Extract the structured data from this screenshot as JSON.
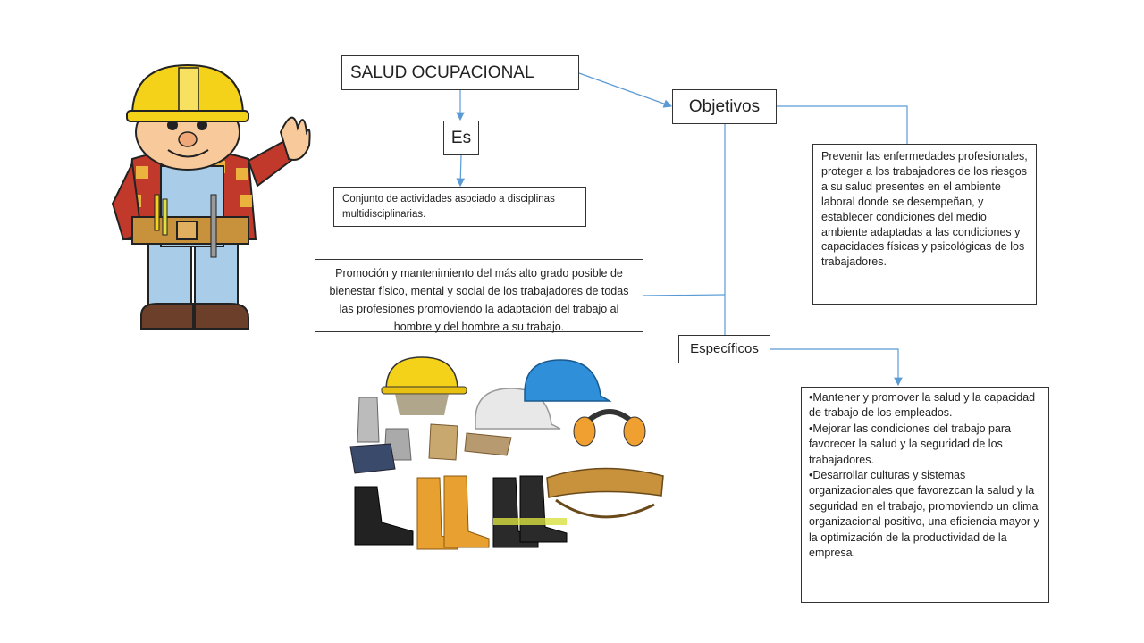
{
  "diagram": {
    "title": "SALUD OCUPACIONAL",
    "es_label": "Es",
    "definition": "Conjunto de actividades asociado a disciplinas multidisciplinarias.",
    "promotion": "Promoción y mantenimiento del más alto grado posible de bienestar físico, mental y social de los trabajadores de todas las profesiones promoviendo la adaptación del trabajo al hombre y del hombre a su trabajo.",
    "objetivos_label": "Objetivos",
    "general_objective": "Prevenir las enfermedades profesionales, proteger a los trabajadores de los riesgos a su salud presentes en el ambiente laboral donde se desempeñan, y establecer condiciones del medio ambiente adaptadas a las condiciones y capacidades físicas y psicológicas de los trabajadores.",
    "especificos_label": "Específicos",
    "specific_objectives": [
      "•Mantener y promover la salud y la capacidad de trabajo de los empleados.",
      "•Mejorar las condiciones del trabajo para favorecer la salud y la seguridad de los trabajadores.",
      "•Desarrollar culturas y sistemas organizacionales que favorezcan la salud y la seguridad en el trabajo, promoviendo un clima organizacional positivo, una eficiencia mayor y la optimización de la productividad de la empresa."
    ]
  },
  "colors": {
    "connector": "#5b9bd5",
    "helmet_yellow": "#f5d21a",
    "shirt_red": "#c0392b",
    "overalls_blue": "#a9cce8"
  },
  "icons": [
    "builder-illustration",
    "safety-equipment-illustration"
  ]
}
